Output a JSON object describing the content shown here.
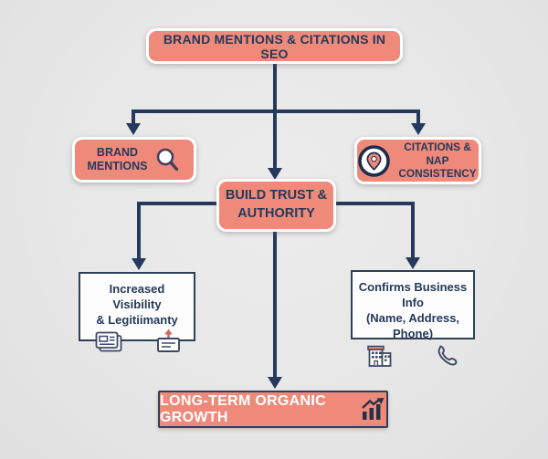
{
  "palette": {
    "background": "#e7e7e7",
    "salmon": "#ef8a7b",
    "navy": "#24395b",
    "white": "#ffffff"
  },
  "nodes": {
    "root": {
      "label": "BRAND MENTIONS & CITATIONS IN SEO"
    },
    "brand_mentions": {
      "line1": "BRAND",
      "line2": "MENTIONS",
      "icon": "magnifier-icon"
    },
    "citations": {
      "line1": "CITATIONS & NAP",
      "line2": "CONSISTENCY",
      "icon": "location-pin-icon"
    },
    "build_trust": {
      "line1": "BUILD TRUST &",
      "line2": "AUTHORITY"
    },
    "visibility": {
      "line1": "Increased Visibility",
      "line2": "& Legitiimanty",
      "icons": [
        "newspaper-icon",
        "card-upload-icon"
      ]
    },
    "business_info": {
      "line1": "Confirms Business Info",
      "line2": "(Name, Address, Phone)",
      "icons": [
        "building-icon",
        "phone-icon"
      ]
    },
    "growth": {
      "label": "LONG-TERM ORGANIC GROWTH",
      "icon": "growth-chart-icon"
    }
  },
  "edges": [
    {
      "from": "root",
      "to": "brand_mentions"
    },
    {
      "from": "root",
      "to": "citations"
    },
    {
      "from": "root",
      "to": "build_trust"
    },
    {
      "from": "build_trust",
      "to": "visibility"
    },
    {
      "from": "build_trust",
      "to": "business_info"
    },
    {
      "from": "build_trust",
      "to": "growth"
    }
  ]
}
